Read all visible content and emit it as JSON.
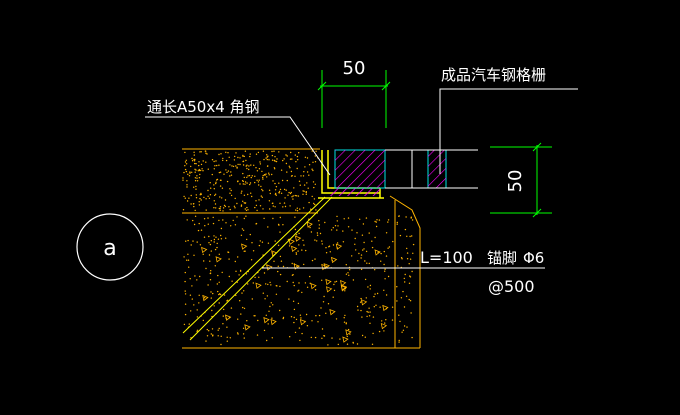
{
  "drawing": {
    "background": "#000000",
    "colors": {
      "dimension": "#00ff00",
      "annotation": "#ffffff",
      "concrete": "#ffb400",
      "grating": "#00e5e5",
      "steel": "#ffff00",
      "hatch": "#ff00ff"
    },
    "dim_width": "50",
    "dim_height": "50",
    "label_angle_steel": "通长A50x4 角钢",
    "label_grating": "成品汽车钢格栅",
    "label_anchor_length": "L=100",
    "label_anchor_name": "锚脚",
    "label_anchor_dia": "Φ6",
    "label_anchor_spacing": "@500",
    "section_marker": "a"
  }
}
